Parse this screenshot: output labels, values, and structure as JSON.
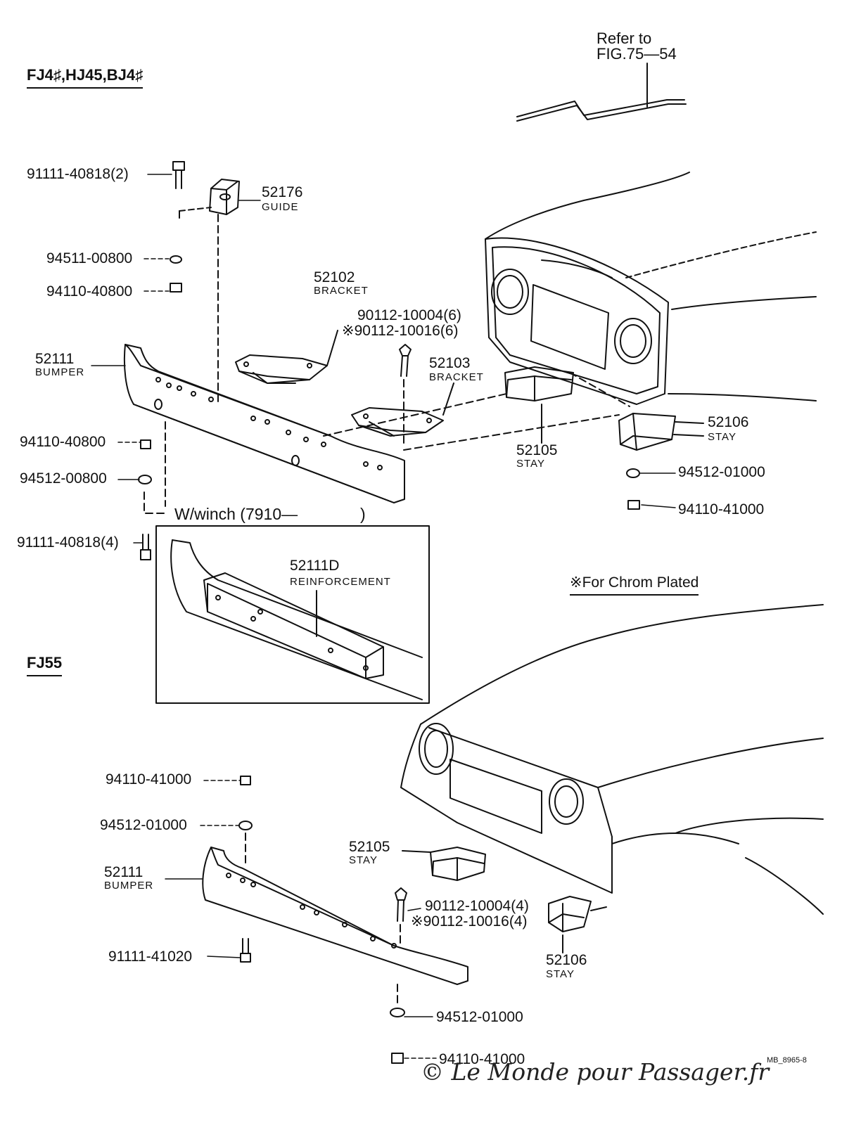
{
  "headers": {
    "model_top": "FJ4♯,HJ45,BJ4♯",
    "model_bottom": "FJ55",
    "chrome_note": "※For Chrom Plated"
  },
  "reference": {
    "line1": "Refer to",
    "line2": "FIG.75—54"
  },
  "winch": {
    "title_left": "W/winch (7910—",
    "title_right": ")"
  },
  "labels": {
    "bolt_top": "91111-40818(2)",
    "guide_num": "52176",
    "guide_name": "GUIDE",
    "washer_top": "94511-00800",
    "nut_top": "94110-40800",
    "bracket_a_num": "52102",
    "bracket_a_name": "BRACKET",
    "bolt_a": "90112-10004(6)",
    "bolt_a_chrome": "※90112-10016(6)",
    "bracket_b_num": "52103",
    "bracket_b_name": "BRACKET",
    "bumper_top_num": "52111",
    "bumper_top_name": "BUMPER",
    "nut_left": "94110-40800",
    "washer_left": "94512-00800",
    "bolt_left": "91111-40818(4)",
    "stay_a_num": "52105",
    "stay_a_name": "STAY",
    "stay_b_num": "52106",
    "stay_b_name": "STAY",
    "washer_right": "94512-01000",
    "nut_right": "94110-41000",
    "reinf_num": "52111D",
    "reinf_name": "REINFORCEMENT",
    "nut_fj55_top": "94110-41000",
    "washer_fj55_top": "94512-01000",
    "bumper_fj55_num": "52111",
    "bumper_fj55_name": "BUMPER",
    "bolt_fj55": "91111-41020",
    "stay_c_num": "52105",
    "stay_c_name": "STAY",
    "bolt_c": "90112-10004(4)",
    "bolt_c_chrome": "※90112-10016(4)",
    "stay_d_num": "52106",
    "stay_d_name": "STAY",
    "washer_bottom": "94512-01000",
    "nut_bottom": "94110-41000"
  },
  "footer": {
    "code": "MB_8965-8",
    "watermark": "© Le Monde pour Passager.fr"
  }
}
